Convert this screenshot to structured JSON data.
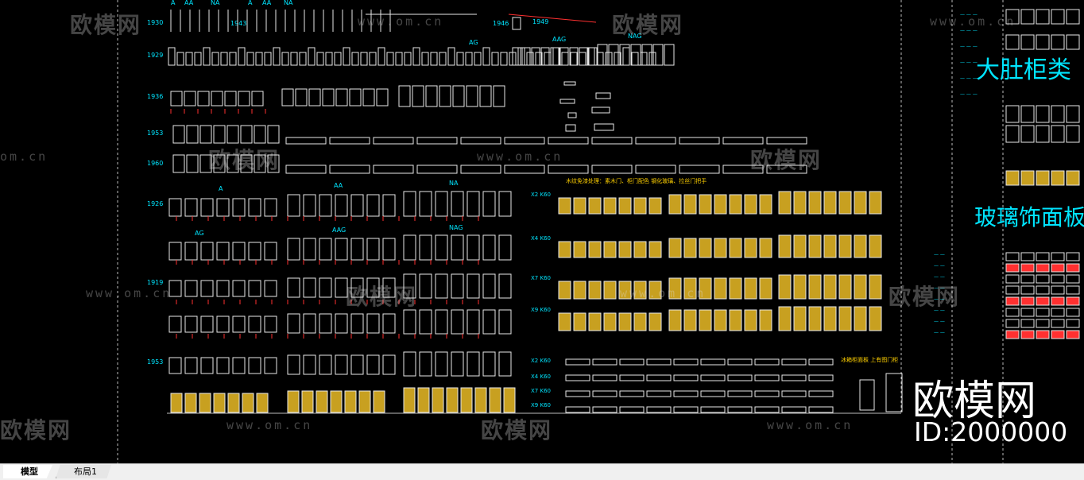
{
  "drawing": {
    "row_labels": [
      "1930",
      "1929",
      "1936",
      "1953",
      "1960",
      "1926",
      "1919",
      "1953"
    ],
    "top_labels": [
      "A",
      "AA",
      "NA",
      "A",
      "AA",
      "NA",
      "1943",
      "1946",
      "1949"
    ],
    "group_labels": [
      "AG",
      "AAG",
      "NAG",
      "A",
      "AA",
      "NA",
      "AG",
      "AAG",
      "NAG"
    ],
    "side_labels": [
      "X2 K60",
      "X4 K60",
      "X7 K60",
      "X9 K60",
      "X2 K60",
      "X4 K60",
      "X7 K60",
      "X9 K60"
    ],
    "title_big_1": "大肚柜类",
    "title_big_2": "玻璃饰面板",
    "note_top": "木纹免漆处理：素木门、柜门配色 钢化玻璃、拉丝门把手",
    "note_bottom": "冰箱柜面板 上有图门柜"
  },
  "watermarks": {
    "brand": "欧模网",
    "url": "www.om.cn",
    "url_short": "om.cn",
    "big_brand": "欧模网",
    "id": "ID:2000000"
  },
  "tabs": [
    {
      "label": "模型",
      "active": true
    },
    {
      "label": "布局1",
      "active": false
    }
  ],
  "colors": {
    "background": "#000000",
    "line_white": "#e8e8e8",
    "line_cyan": "#00e5ff",
    "line_red": "#ff3030",
    "fill_yellow": "#c8a020",
    "tabbar": "#f0f0f0"
  }
}
